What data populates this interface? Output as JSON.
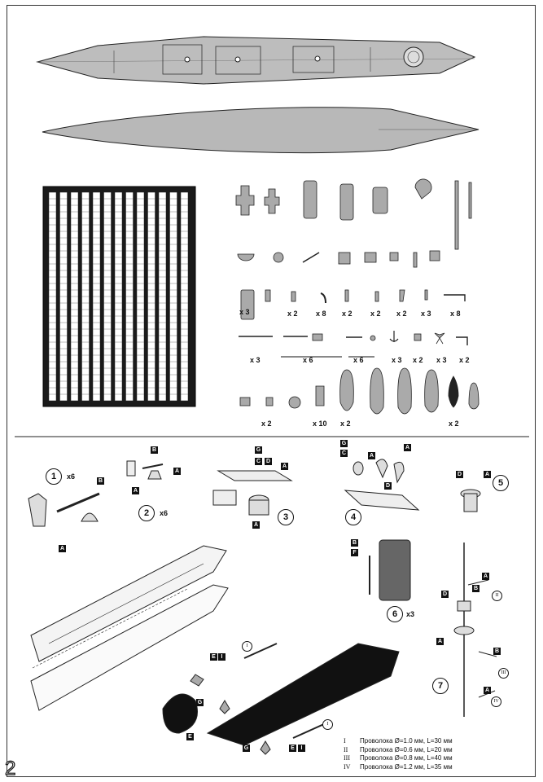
{
  "page_number": "2",
  "quantities": {
    "q1": "x 3",
    "q2": "x 2",
    "q3": "x 8",
    "q4": "x 2",
    "q5": "x 2",
    "q6": "x 2",
    "q7": "x 3",
    "q8": "x 8",
    "q9": "x 3",
    "q10": "x 6",
    "q11": "x 6",
    "q12": "x 3",
    "q13": "x 2",
    "q14": "x 3",
    "q15": "x 2",
    "q16": "x 2",
    "q17": "x 10",
    "q18": "x 2",
    "q19": "x 2"
  },
  "steps": {
    "s1": "1",
    "s1_mult": "x6",
    "s2": "2",
    "s2_mult": "x6",
    "s3": "3",
    "s4": "4",
    "s5": "5",
    "s6": "6",
    "s6_mult": "x3",
    "s7": "7"
  },
  "part_letters": {
    "A": "A",
    "B": "B",
    "C": "C",
    "D": "D",
    "E": "E",
    "F": "F",
    "G": "G",
    "I": "I"
  },
  "romans": {
    "r2": "II",
    "r3": "III",
    "r4": "IV",
    "r1": "I"
  },
  "legend": [
    {
      "num": "I",
      "text": "Проволока Ø=1.0 мм, L=30 мм"
    },
    {
      "num": "II",
      "text": "Проволока Ø=0.6 мм, L=20 мм"
    },
    {
      "num": "III",
      "text": "Проволока Ø=0.8 мм, L=40 мм"
    },
    {
      "num": "IV",
      "text": "Проволока Ø=1.2 мм, L=35 мм"
    }
  ]
}
